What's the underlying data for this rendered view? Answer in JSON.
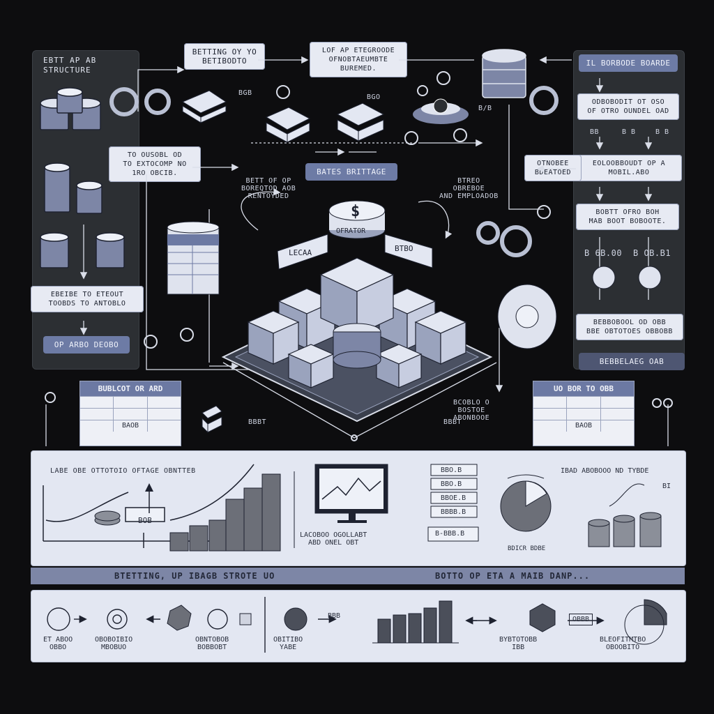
{
  "left_panel": {
    "title": "EBTT AP AB\nSTRUCTURE",
    "card1": "TO OUSOBL OD\nTO EXTOCOMP NO\n1RO OBCIB.",
    "card2": "EBEIBE TO ETEOUT\nTOOBDS TO ANTOBLO",
    "button": "OP ARBO DEOBO"
  },
  "top_labels": {
    "l1": "BETTING OY YO\nBETIBODTO",
    "l2": "LOF AP ETEGROODE\nOFNOBTAEUMBTE\nBUREMED.",
    "center_badge": "BATES BRITTAGE",
    "center_coin": "OFRATOR",
    "left_note": "BETT OF OP\nBOREQTOD AOB\nRENTOYDED",
    "right_note": "BTREO\nOBREBOE\nAND EMPLOADOB",
    "ribbon_left": "LECAA",
    "ribbon_right": "BTBO",
    "amt1": "BGB",
    "amt2": "BGO",
    "amt3": "B/B"
  },
  "right_panel": {
    "title": "IL BORBODE BOARDE",
    "card1": "ODBOBODIT OT OSO\nOF OTRO OUNDEL OAD",
    "card2": "EOLOOBBOUDT OP A\nMOBIL.ABO",
    "card3": "OTNOBEE\nBDEATOED",
    "card4": "BOBTT OFRO BOH\nMAB BOOT BOBOOTE.",
    "card5": "BEBBOBOOL OD OBB\nBBE OBTOTOES OBBOBB",
    "val1": "BB",
    "val2": "B B",
    "val3": "B B",
    "val4": "B 6B.00",
    "val5": "B OB.B1",
    "footer": "BEBBELAEG OAB"
  },
  "tables": {
    "left": {
      "header": "BUBLCOT OR ARD",
      "cell": "BAOB"
    },
    "right": {
      "header": "UO BOR TO OBB",
      "cell": "BAOB"
    },
    "mid_note": "BCOBLO O\nBOSTOE\nABONBOOE",
    "mid_small": "BBBT",
    "left_small": "BBBT"
  },
  "analytics": {
    "chart_title": "LABE OBE OTTOTOIO OFTAGE OBNTTEB",
    "tag": "BOB",
    "monitor_caption": "LACOBOO OGOLLABT\nABD ONEL OBT",
    "list": [
      "BBO.B",
      "BBO.B",
      "BBOE.B",
      "BBBB.B"
    ],
    "list_last": "B-BBB.B",
    "pie_caption": "BDICR BDBE",
    "right_caption": "IBAD ABOBOOO ND TYBDE",
    "right_tag": "BI"
  },
  "bands": {
    "left": "BTETTING, UP IBAGB STROTE UO",
    "right": "BOTTO OP ETA A MAIB DANP..."
  },
  "flow": {
    "step1": "ET ABOO\nOBBO",
    "step2": "OBOBOIBIO\nMBOBUO",
    "step3": "OBNTOBOB\nBOBBOBT",
    "step4": "OBITIBO\nYABE",
    "step5": "BYBTOTOBB\nIBB",
    "step6": "BLEOFITMTBO\nOBOOBITO",
    "arrow_tag1": "BBB",
    "arrow_tag2": "OBBB"
  }
}
